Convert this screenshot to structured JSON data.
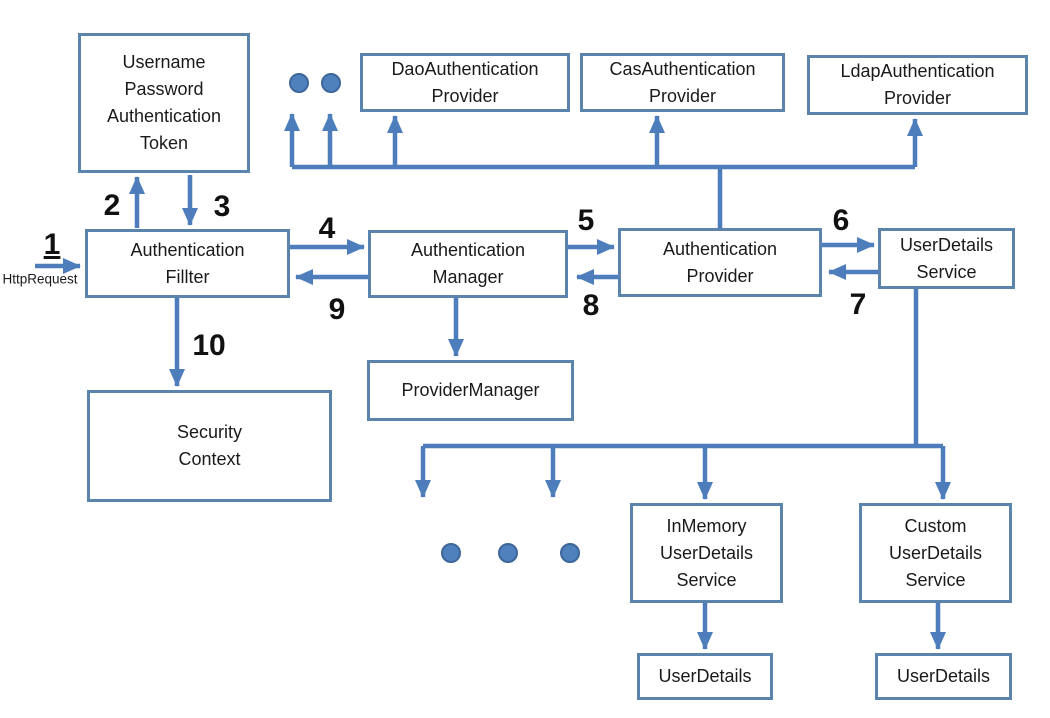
{
  "diagram": {
    "title": "Spring Security authentication flow diagram",
    "nodes": {
      "username_token": "Username\nPassword\nAuthentication\nToken",
      "dao_provider": "DaoAuthentication\nProvider",
      "cas_provider": "CasAuthentication\nProvider",
      "ldap_provider": "LdapAuthentication\nProvider",
      "auth_filter": "Authentication\nFillter",
      "auth_manager": "Authentication\nManager",
      "auth_provider": "Authentication\nProvider",
      "userdetails_service": "UserDetails\nService",
      "provider_manager": "ProviderManager",
      "security_context": "Security\nContext",
      "inmemory_userdetails_service": "InMemory\nUserDetails\nService",
      "custom_userdetails_service": "Custom\nUserDetails\nService",
      "userdetails_left": "UserDetails",
      "userdetails_right": "UserDetails"
    },
    "labels": {
      "http_request": "HttpRequest"
    },
    "steps": {
      "s1": "1",
      "s2": "2",
      "s3": "3",
      "s4": "4",
      "s5": "5",
      "s6": "6",
      "s7": "7",
      "s8": "8",
      "s9": "9",
      "s10": "10"
    },
    "colors": {
      "box_border": "#5b84ad",
      "connector": "#4d7dbb",
      "dot_fill": "#4f81bd",
      "dot_border": "#3d6699",
      "text": "#1a1a1a"
    }
  }
}
